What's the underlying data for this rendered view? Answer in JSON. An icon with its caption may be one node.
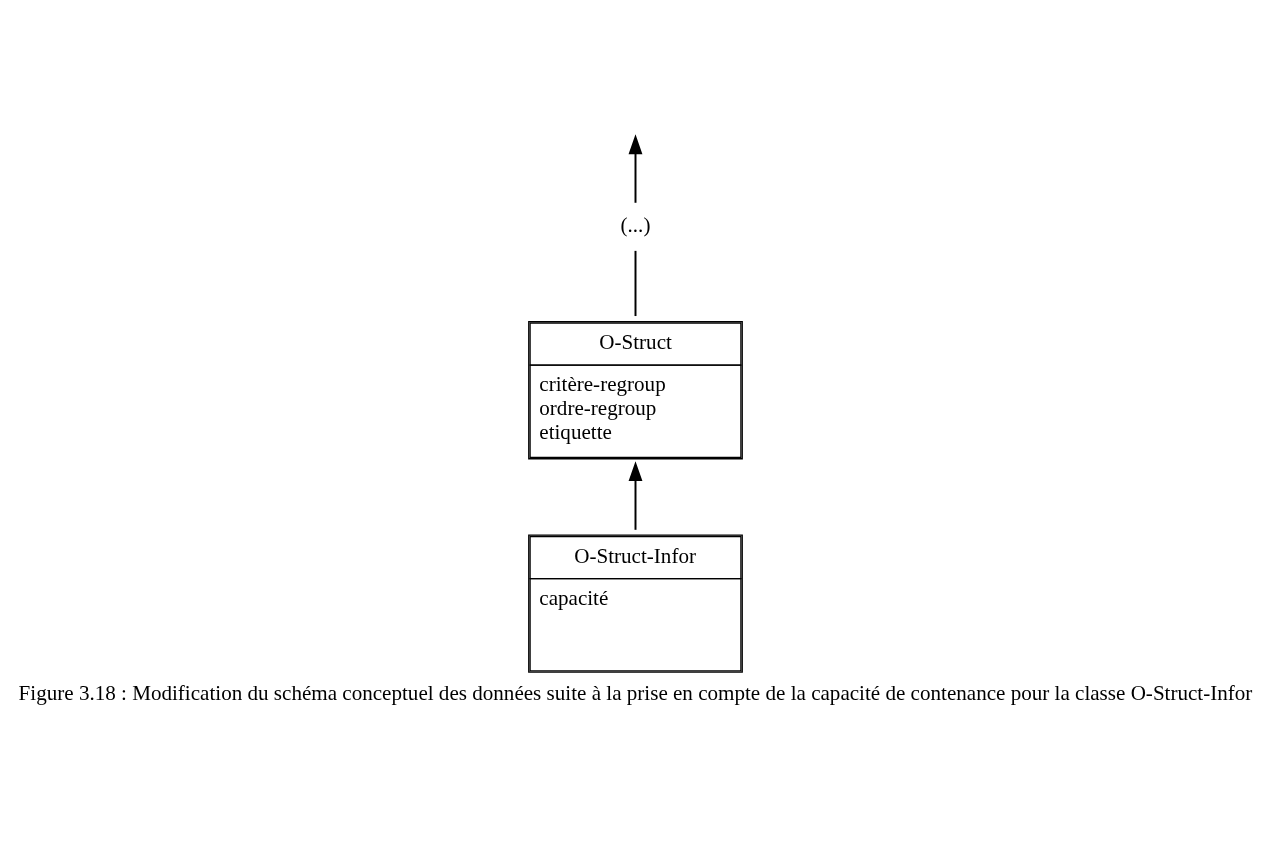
{
  "diagram": {
    "caption": "Figure 3.18 : Modification du schéma conceptuel des données suite à la prise en compte de la capacité de contenance pour la classe O-Struct-Infor",
    "nodes": [
      {
        "text": [
          "(...)"
        ]
      },
      {
        "text": [
          "O-Struct",
          "critère-regroup",
          "ordre-regroup",
          "etiquette"
        ]
      },
      {
        "text": [
          "O-Struct-Infor",
          "capacité"
        ]
      }
    ],
    "edges": [
      {
        "from": 0,
        "to": null,
        "arrow": "to"
      },
      {
        "from": 1,
        "to": 0,
        "arrow": "none"
      },
      {
        "from": 2,
        "to": 1,
        "arrow": "to"
      }
    ]
  }
}
